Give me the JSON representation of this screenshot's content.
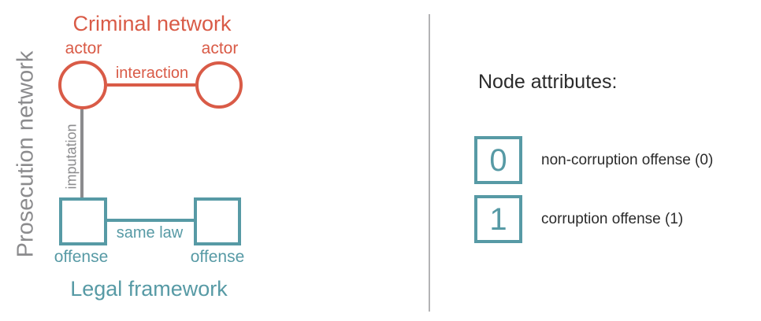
{
  "colors": {
    "criminal": "#d95b47",
    "legal": "#579aa5",
    "gray": "#8b8b8d",
    "text_dark": "#2b2b2b",
    "divider": "#b3b3b5"
  },
  "diagram": {
    "criminal_title": "Criminal network",
    "legal_title": "Legal framework",
    "prosecution_label": "Prosecution network",
    "actor_left": "actor",
    "actor_right": "actor",
    "offense_left": "offense",
    "offense_right": "offense",
    "interaction_label": "interaction",
    "imputation_label": "imputation",
    "same_law_label": "same law"
  },
  "legend": {
    "title": "Node attributes:",
    "items": [
      {
        "symbol": "0",
        "label": "non-corruption offense (0)"
      },
      {
        "symbol": "1",
        "label": "corruption offense (1)"
      }
    ]
  }
}
